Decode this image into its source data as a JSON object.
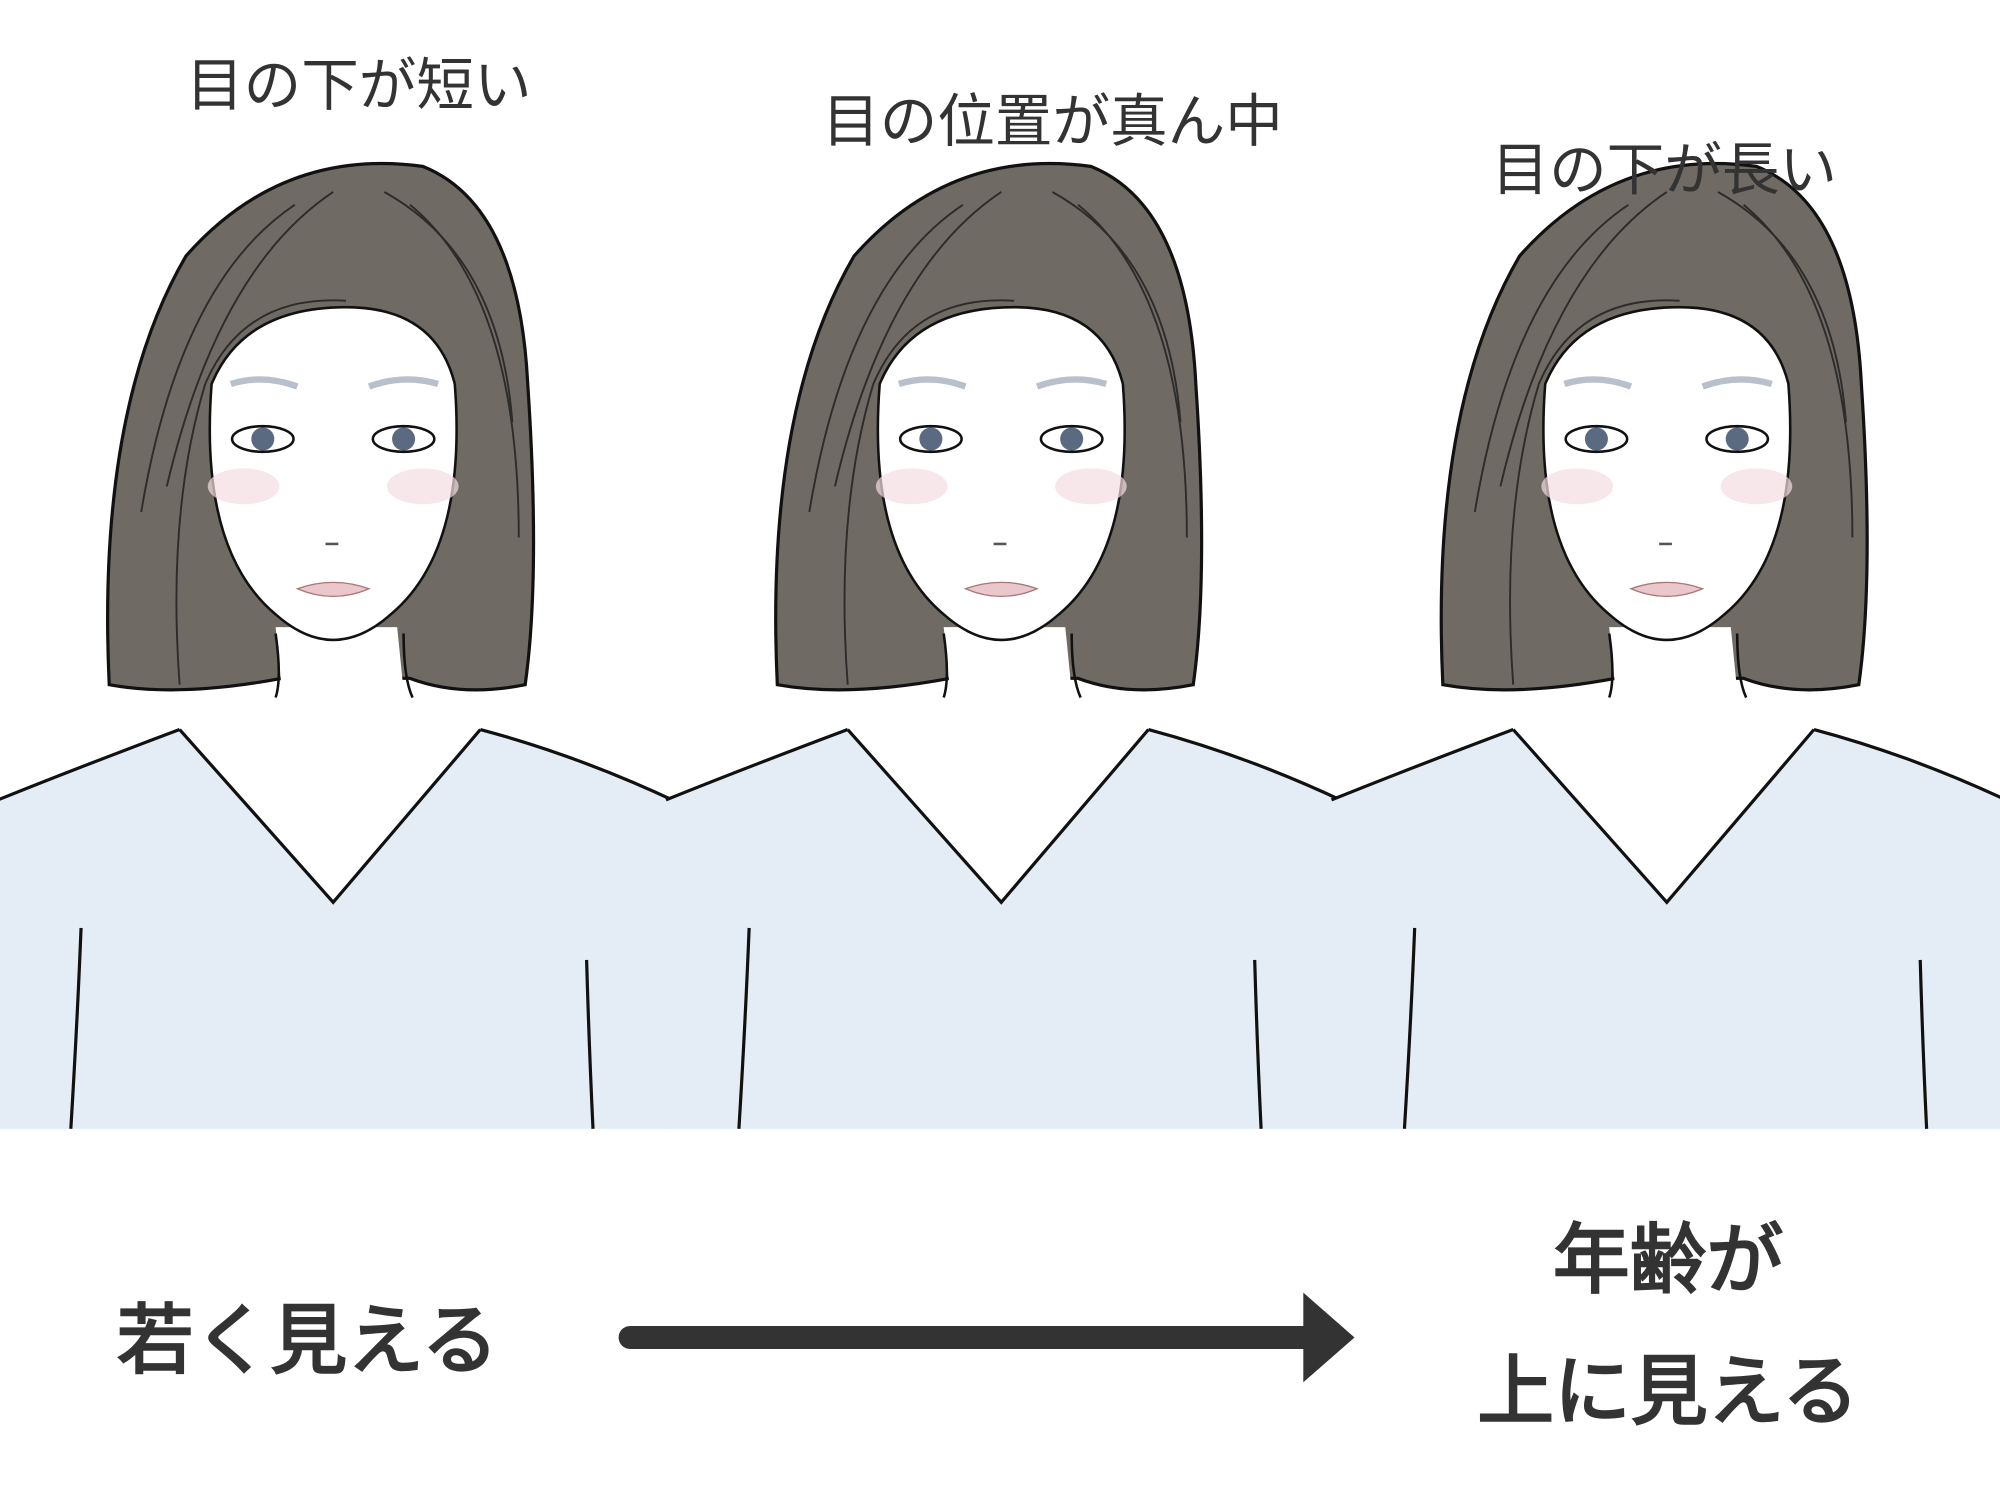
{
  "panels": [
    {
      "label": "目の下が短い"
    },
    {
      "label": "目の位置が真ん中"
    },
    {
      "label": "目の下が長い"
    }
  ],
  "bottom": {
    "left_text": "若く見える",
    "right_text_line1": "年齢が",
    "right_text_line2": "上に見える"
  },
  "colors": {
    "hair": "#6f6b64",
    "shirt": "#e4edf6",
    "text": "#333333",
    "arrow": "#333333"
  }
}
